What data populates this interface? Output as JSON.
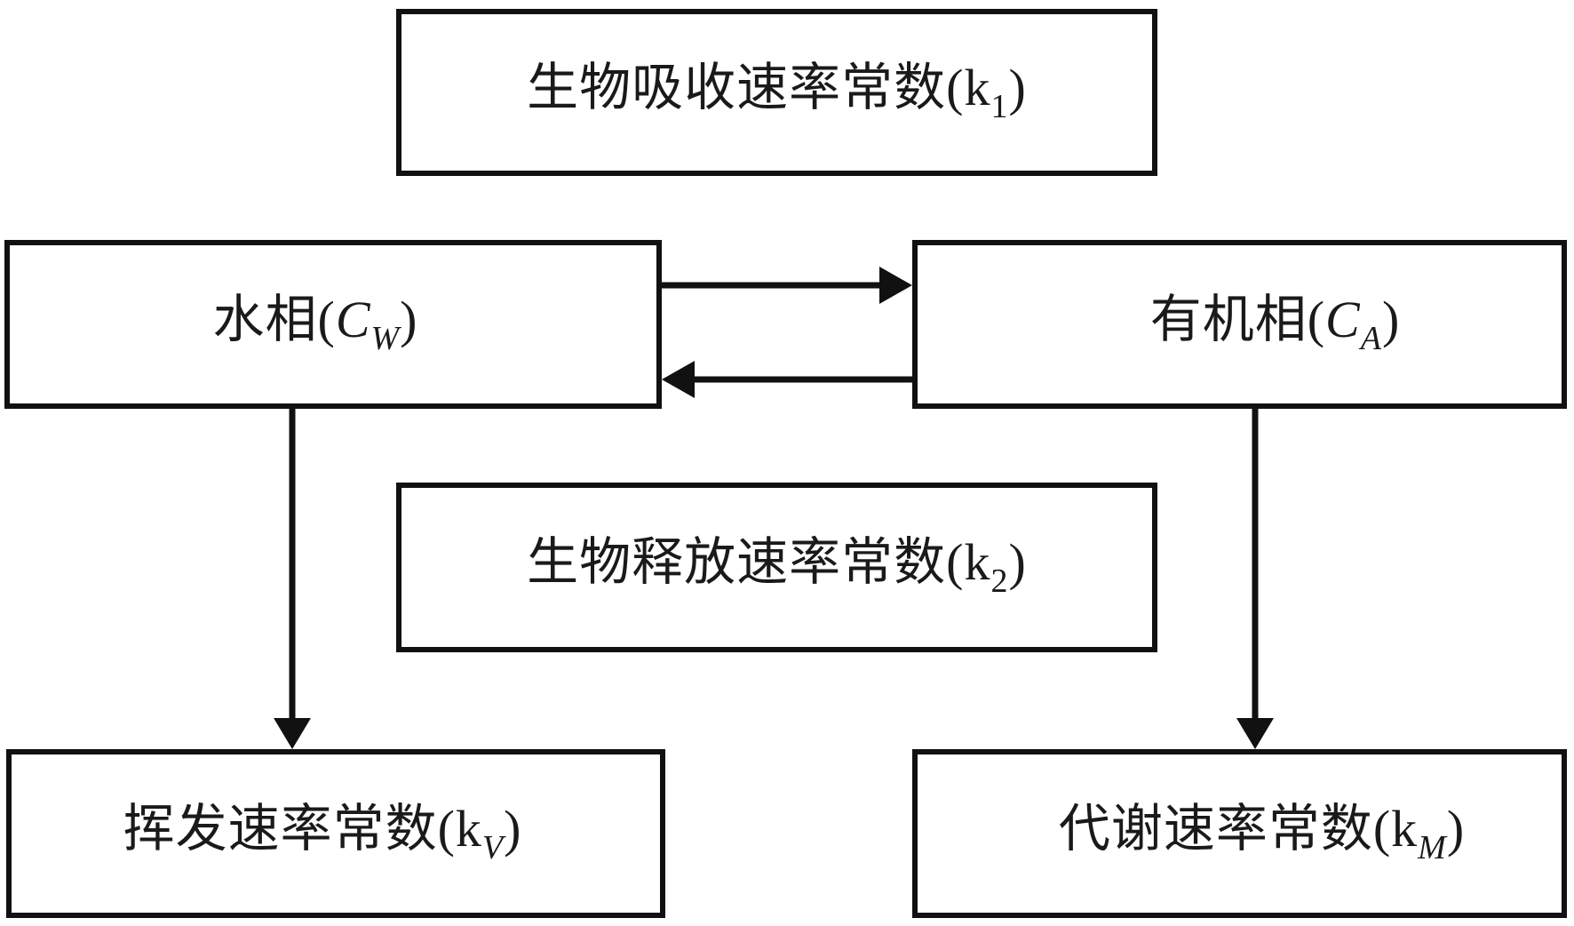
{
  "diagram": {
    "nodes": {
      "uptake": {
        "text": "生物吸收速率常数(",
        "sym": "k",
        "sub": "1",
        "sub_italic": false,
        "close": ")"
      },
      "water_phase": {
        "text": "水相(",
        "sym": "C",
        "sub": "W",
        "sub_italic": true,
        "close": ")"
      },
      "organic_phase": {
        "text": "有机相(",
        "sym": "C",
        "sub": "A",
        "sub_italic": true,
        "close": ")"
      },
      "release": {
        "text": "生物释放速率常数(",
        "sym": "k",
        "sub": "2",
        "sub_italic": false,
        "close": ")"
      },
      "volatilization": {
        "text": "挥发速率常数(",
        "sym": "k",
        "sub": "V",
        "sub_italic": true,
        "close": ")"
      },
      "metabolism": {
        "text": "代谢速率常数(",
        "sym": "k",
        "sub": "M",
        "sub_italic": true,
        "close": ")"
      }
    },
    "edges": [
      {
        "from": "water_phase",
        "to": "organic_phase",
        "label": ""
      },
      {
        "from": "organic_phase",
        "to": "water_phase",
        "label": ""
      },
      {
        "from": "water_phase",
        "to": "volatilization",
        "label": ""
      },
      {
        "from": "organic_phase",
        "to": "metabolism",
        "label": ""
      }
    ],
    "colors": {
      "stroke": "#111111",
      "background": "#ffffff",
      "text": "#1a1a1a"
    }
  }
}
